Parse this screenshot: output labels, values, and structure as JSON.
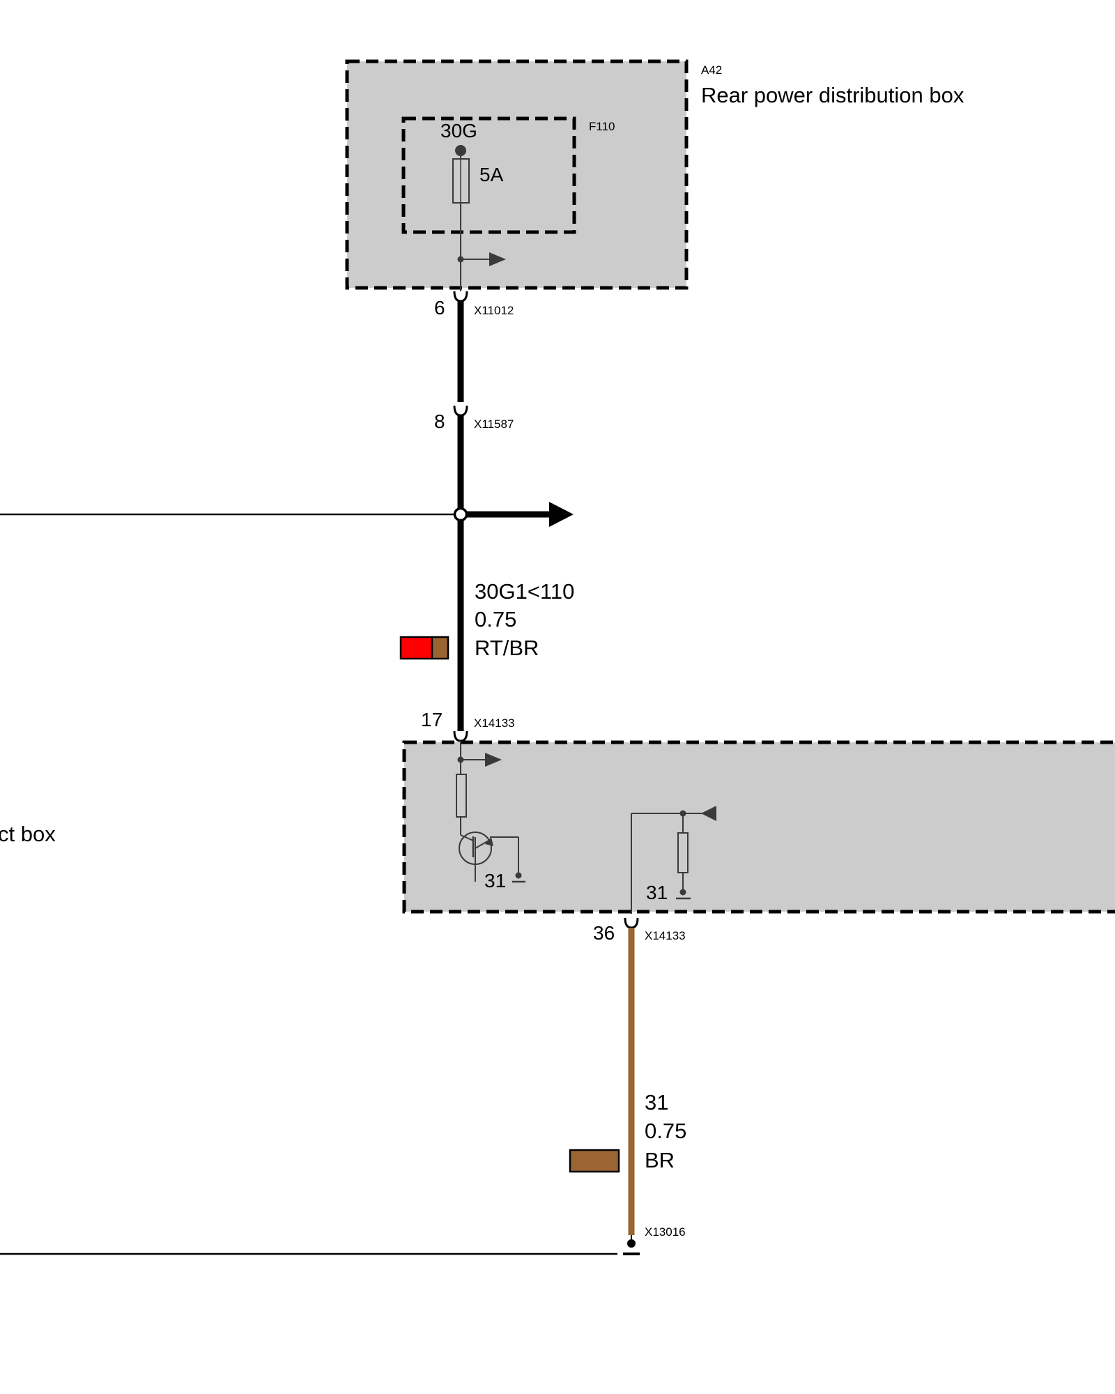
{
  "components": {
    "rear_power_box": {
      "id": "A42",
      "name": "Rear power distribution box"
    },
    "fuse": {
      "id": "F110",
      "terminal": "30G",
      "rating": "5A"
    },
    "junction_box": {
      "name_fragment": "ct box",
      "ground_left": "31",
      "ground_right": "31"
    }
  },
  "connectors": {
    "c1": {
      "pin": "6",
      "id": "X11012"
    },
    "c2": {
      "pin": "8",
      "id": "X11587"
    },
    "c3": {
      "pin": "17",
      "id": "X14133"
    },
    "c4": {
      "pin": "36",
      "id": "X14133"
    },
    "ground_point": {
      "id": "X13016"
    }
  },
  "wires": {
    "upper": {
      "signal": "30G1<110",
      "gauge": "0.75",
      "color_code": "RT/BR"
    },
    "lower": {
      "signal": "31",
      "gauge": "0.75",
      "color_code": "BR"
    }
  },
  "colors": {
    "component_fill": "#cccccc",
    "wire_black": "#000000",
    "wire_brown": "#9b6433",
    "swatch_red": "#ff0000",
    "swatch_brown": "#9b6433",
    "symbol_gray": "#3a3a3a"
  }
}
